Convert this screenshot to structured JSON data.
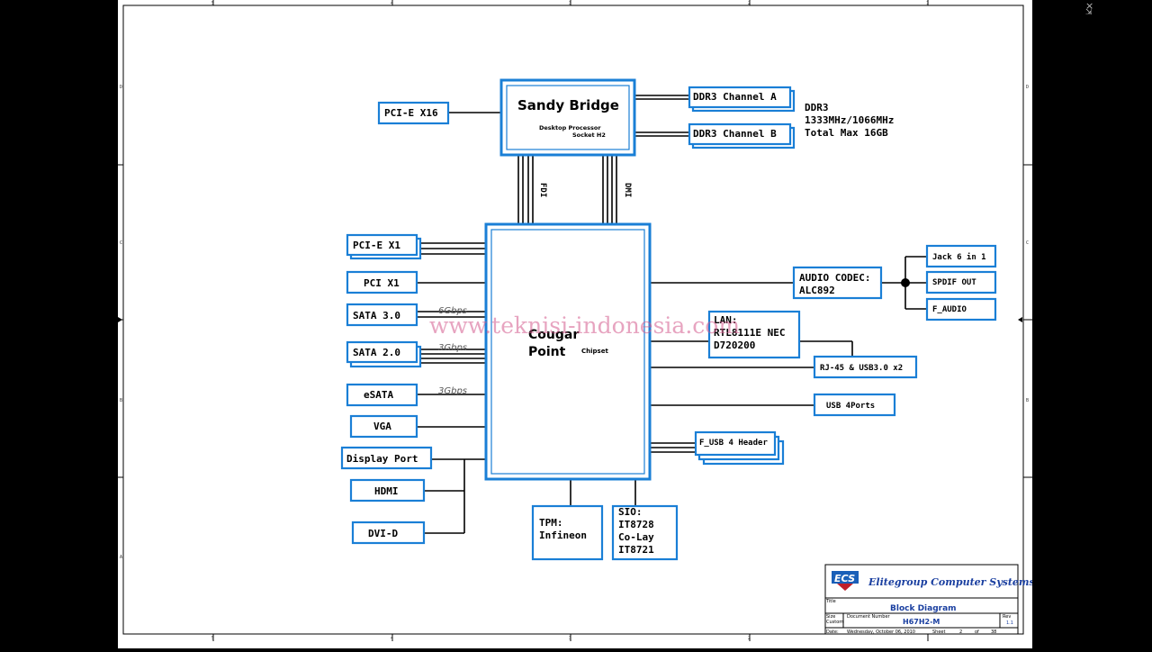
{
  "window": {
    "close_glyph": "×",
    "menu_glyph": "⇲"
  },
  "cpu": {
    "name": "Sandy Bridge",
    "line1": "Desktop Processor",
    "line2": "Socket H2"
  },
  "pch": {
    "name1": "Cougar",
    "name2": "Point",
    "sub": "Chipset"
  },
  "links": {
    "fdi": "FDI",
    "dmi": "DMI"
  },
  "memory": {
    "channel_a": "DDR3 Channel A",
    "channel_b": "DDR3 Channel B",
    "note1": "DDR3",
    "note2": "1333MHz/1066MHz",
    "note3": "Total Max 16GB"
  },
  "left": {
    "pcie16": "PCI-E X16",
    "pcie1": "PCI-E X1",
    "pci": "PCI X1",
    "sata3": "SATA 3.0",
    "sata3_speed": "6Gbps",
    "sata2": "SATA 2.0",
    "sata2_speed": "3Gbps",
    "esata": "eSATA",
    "esata_speed": "3Gbps",
    "vga": "VGA",
    "dp": "Display Port",
    "hdmi": "HDMI",
    "dvid": "DVI-D"
  },
  "right": {
    "audio1": "AUDIO CODEC:",
    "audio2": "ALC892",
    "jack": "Jack 6 in 1",
    "spdif": "SPDIF OUT",
    "faudio": "F_AUDIO",
    "lan1": "LAN:",
    "lan2": "RTL8111E NEC",
    "lan3": "D720200",
    "rj45": "RJ-45 & USB3.0 x2",
    "usb4": "USB 4Ports",
    "fusb": "F_USB 4 Header"
  },
  "bottom": {
    "tpm1": "TPM:",
    "tpm2": "Infineon",
    "sio1": "SIO:",
    "sio2": "IT8728",
    "sio3": "Co-Lay",
    "sio4": "IT8721"
  },
  "watermark": "www.teknisi-indonesia.com",
  "titleblock": {
    "logo": "ECS",
    "company": "Elitegroup Computer Systems",
    "title_label": "Title",
    "title": "Block Diagram",
    "size_label": "Size",
    "size_value": "Custom",
    "docnum_label": "Document Number",
    "docnum": "H67H2-M",
    "rev_label": "Rev",
    "rev": "1.1",
    "date_label": "Date:",
    "date": "Wednesday, October 06, 2010",
    "sheet_label": "Sheet",
    "sheet": "2",
    "of_label": "of",
    "total": "38"
  },
  "border": {
    "cols": [
      "5",
      "4",
      "3",
      "2",
      "1"
    ],
    "rows": [
      "D",
      "C",
      "B",
      "A"
    ]
  },
  "colors": {
    "box": "#1a7fd6",
    "line": "#000000",
    "watermark": "#d45a8c"
  }
}
